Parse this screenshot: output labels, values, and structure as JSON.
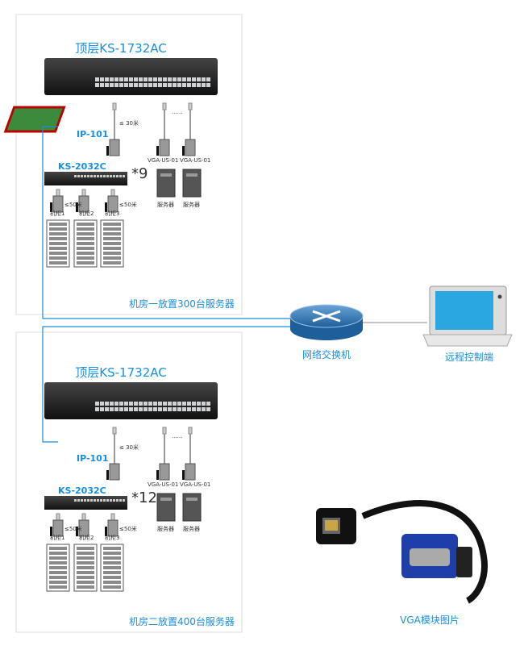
{
  "rooms": [
    {
      "top_switch": "顶层KS-1732AC",
      "ip_module": "IP-101",
      "distance": "≤ 30米",
      "kvm": "KS-2032C",
      "multiplier": "*9",
      "vga_modules": [
        "VGA-US-01",
        "VGA-US-01"
      ],
      "ellipsis": "......",
      "servers": [
        "服务器",
        "服务器"
      ],
      "cabinet_distance": [
        "≤50米",
        "≤50米"
      ],
      "cabinets": [
        "机柜1",
        "机柜2",
        "机柜3"
      ],
      "caption": "机房一放置300台服务器"
    },
    {
      "top_switch": "顶层KS-1732AC",
      "ip_module": "IP-101",
      "distance": "≤ 30米",
      "kvm": "KS-2032C",
      "multiplier": "*12",
      "vga_modules": [
        "VGA-US-01",
        "VGA-US-01"
      ],
      "ellipsis": "......",
      "servers": [
        "服务器",
        "服务器"
      ],
      "cabinet_distance": [
        "≤50米",
        "≤50米"
      ],
      "cabinets": [
        "机柜1",
        "机柜2",
        "机柜3"
      ],
      "caption": "机房二放置400台服务器"
    }
  ],
  "network_switch": "网络交换机",
  "remote": "远程控制端",
  "vga_caption": "VGA模块图片",
  "colors": {
    "accent": "#1a8ee0",
    "line": "#1a8ee0"
  }
}
